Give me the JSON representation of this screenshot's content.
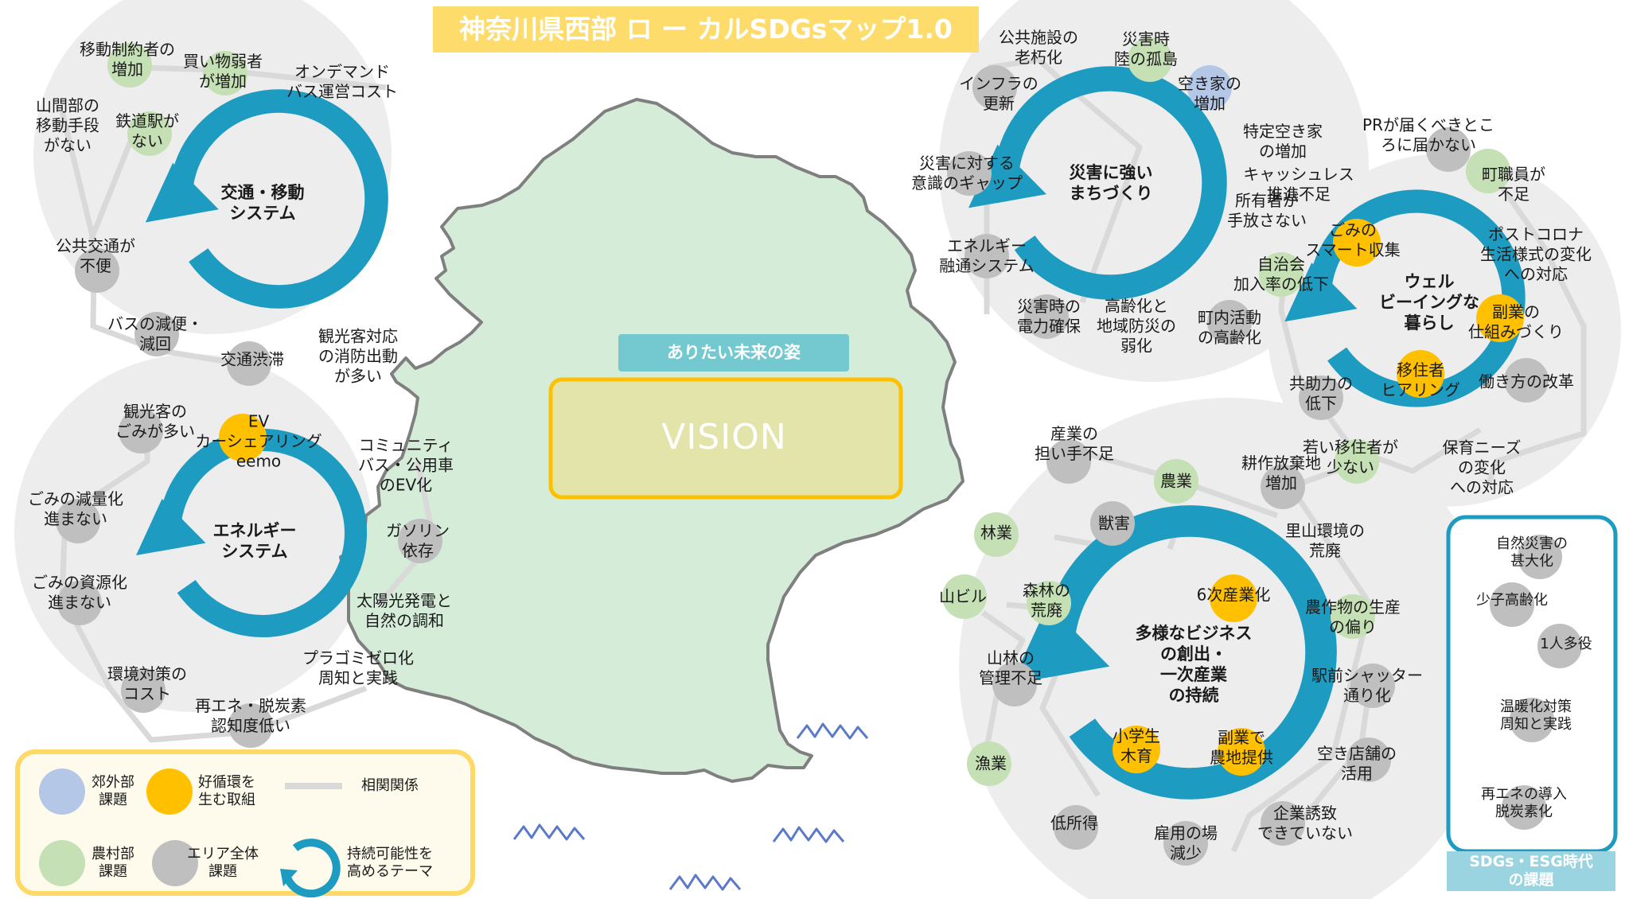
{
  "title": "神奈川県西部 ロ ー カルSDGsマップ1.0",
  "ideal_label": "ありたい未来の姿",
  "vision_label": "VISION",
  "colors": {
    "title_bg": "#fddc6c",
    "ring": "#1e9bc0",
    "suburban": "#b4c7e7",
    "rural": "#c5e0b4",
    "area": "#bfbfbf",
    "good_cycle": "#ffc000",
    "map_fill": "#d5ecd9",
    "relation": "#d9d9d9",
    "cluster_bg": "#ededed",
    "vision_border": "#ffc000",
    "vision_fill": "#e4e3a0"
  },
  "themes": [
    {
      "id": "transport",
      "label": "交通・移動\nシステム"
    },
    {
      "id": "energy",
      "label": "エネルギー\nシステム"
    },
    {
      "id": "disaster",
      "label": "災害に強い\nまちづくり"
    },
    {
      "id": "wellbeing",
      "label": "ウェル\nビーイングな\n暮らし"
    },
    {
      "id": "business",
      "label": "多様なビジネス\nの創出・\n一次産業\nの持続"
    }
  ],
  "issues": [
    {
      "text": "移動制約者の\n増加",
      "type": "rural"
    },
    {
      "text": "買い物弱者\nが増加",
      "type": "rural"
    },
    {
      "text": "オンデマンド\nバス運営コスト",
      "type": "none"
    },
    {
      "text": "山間部の\n移動手段\nがない",
      "type": "none"
    },
    {
      "text": "鉄道駅が\nない",
      "type": "rural"
    },
    {
      "text": "公共交通が\n不便",
      "type": "area"
    },
    {
      "text": "バスの減便・\n減回",
      "type": "area"
    },
    {
      "text": "観光客対応\nの消防出動\nが多い",
      "type": "none"
    },
    {
      "text": "交通渋滞",
      "type": "area"
    },
    {
      "text": "観光客の\nごみが多い",
      "type": "area"
    },
    {
      "text": "EV\nカーシェアリング\neemo",
      "type": "good"
    },
    {
      "text": "コミュニティ\nバス・公用車\nのEV化",
      "type": "none"
    },
    {
      "text": "ごみの減量化\n進まない",
      "type": "area"
    },
    {
      "text": "ガソリン\n依存",
      "type": "area"
    },
    {
      "text": "ごみの資源化\n進まない",
      "type": "area"
    },
    {
      "text": "太陽光発電と\n自然の調和",
      "type": "none"
    },
    {
      "text": "プラゴミゼロ化\n周知と実践",
      "type": "none"
    },
    {
      "text": "環境対策の\nコスト",
      "type": "area"
    },
    {
      "text": "再エネ・脱炭素\n認知度低い",
      "type": "area"
    },
    {
      "text": "公共施設の\n老朽化",
      "type": "none"
    },
    {
      "text": "災害時\n陸の孤島",
      "type": "rural"
    },
    {
      "text": "空き家の\n増加",
      "type": "suburban"
    },
    {
      "text": "インフラの\n更新",
      "type": "area"
    },
    {
      "text": "特定空き家\nの増加",
      "type": "none"
    },
    {
      "text": "災害に対する\n意識のギャップ",
      "type": "area"
    },
    {
      "text": "所有者が\n手放さない",
      "type": "none"
    },
    {
      "text": "エネルギー\n融通システム",
      "type": "area"
    },
    {
      "text": "災害時の\n電力確保",
      "type": "area"
    },
    {
      "text": "高齢化と\n地域防災の\n弱化",
      "type": "none"
    },
    {
      "text": "PRが届くべきとこ\nろに届かない",
      "type": "area"
    },
    {
      "text": "キャッシュレス\n推進不足",
      "type": "none"
    },
    {
      "text": "町職員が\n不足",
      "type": "rural"
    },
    {
      "text": "ごみの\nスマート収集",
      "type": "good"
    },
    {
      "text": "ポストコロナ\n生活様式の変化\nへの対応",
      "type": "none"
    },
    {
      "text": "自治会\n加入率の低下",
      "type": "rural"
    },
    {
      "text": "町内活動\nの高齢化",
      "type": "area"
    },
    {
      "text": "副業の\n仕組みづくり",
      "type": "good"
    },
    {
      "text": "移住者\nヒアリング",
      "type": "good"
    },
    {
      "text": "共助力の\n低下",
      "type": "area"
    },
    {
      "text": "働き方の改革",
      "type": "area"
    },
    {
      "text": "若い移住者が\n少ない",
      "type": "rural"
    },
    {
      "text": "保育ニーズ\nの変化\nへの対応",
      "type": "none"
    },
    {
      "text": "産業の\n担い手不足",
      "type": "area"
    },
    {
      "text": "農業",
      "type": "rural"
    },
    {
      "text": "耕作放棄地\n増加",
      "type": "area"
    },
    {
      "text": "林業",
      "type": "rural"
    },
    {
      "text": "獣害",
      "type": "area"
    },
    {
      "text": "里山環境の\n荒廃",
      "type": "none"
    },
    {
      "text": "山ビル",
      "type": "rural"
    },
    {
      "text": "森林の\n荒廃",
      "type": "rural"
    },
    {
      "text": "6次産業化",
      "type": "good"
    },
    {
      "text": "農作物の生産\nの偏り",
      "type": "rural"
    },
    {
      "text": "山林の\n管理不足",
      "type": "area"
    },
    {
      "text": "駅前シャッター\n通り化",
      "type": "area"
    },
    {
      "text": "小学生\n木育",
      "type": "good"
    },
    {
      "text": "副業で\n農地提供",
      "type": "good"
    },
    {
      "text": "漁業",
      "type": "rural"
    },
    {
      "text": "空き店舗の\n活用",
      "type": "area"
    },
    {
      "text": "低所得",
      "type": "area"
    },
    {
      "text": "雇用の場\n減少",
      "type": "area"
    },
    {
      "text": "企業誘致\nできていない",
      "type": "area"
    }
  ],
  "esg_issues": [
    "自然災害の\n甚大化",
    "少子高齢化",
    "1人多役",
    "温暖化対策\n周知と実践",
    "再エネの導入\n脱炭素化"
  ],
  "esg_label": "SDGs・ESG時代\nの課題",
  "legend": {
    "suburban": "郊外部\n課題",
    "good_cycle": "好循環を\n生む取組",
    "relation": "相関関係",
    "rural": "農村部\n課題",
    "area": "エリア全体\n課題",
    "theme": "持続可能性を\n高めるテーマ"
  }
}
